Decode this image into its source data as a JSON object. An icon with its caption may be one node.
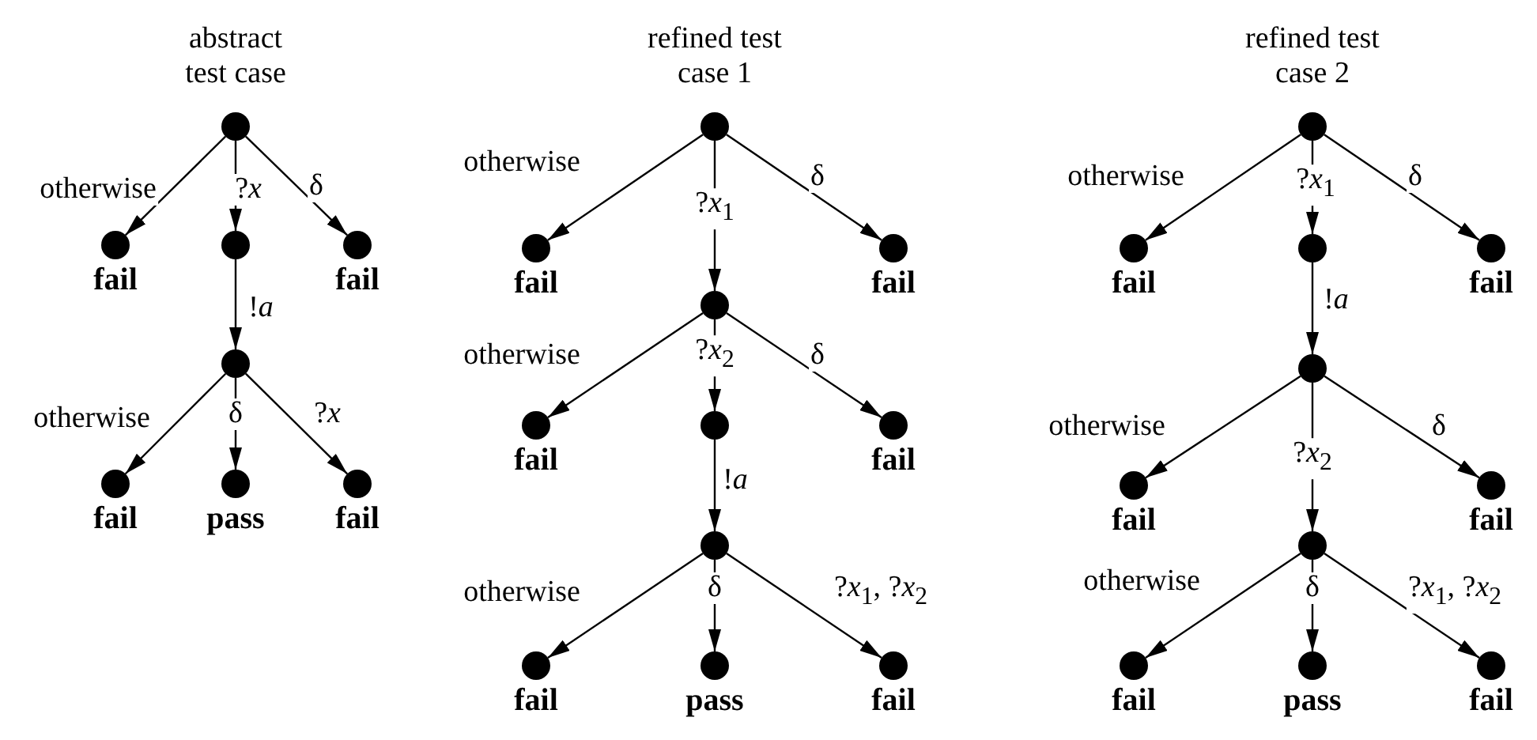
{
  "diagram": {
    "nodes": [
      {
        "text": [],
        "shape": "circle"
      },
      {
        "text": [
          "fail"
        ]
      },
      {
        "text": [],
        "shape": "circle"
      },
      {
        "text": [
          "fail"
        ]
      },
      {
        "text": [],
        "shape": "circle"
      },
      {
        "text": [
          "fail"
        ]
      },
      {
        "text": [
          "pass"
        ]
      },
      {
        "text": [
          "fail"
        ]
      },
      {
        "text": [],
        "shape": "circle"
      },
      {
        "text": [
          "fail"
        ]
      },
      {
        "text": [
          "fail"
        ]
      },
      {
        "text": [],
        "shape": "circle"
      },
      {
        "text": [
          "fail"
        ]
      },
      {
        "text": [],
        "shape": "circle"
      },
      {
        "text": [
          "fail"
        ]
      },
      {
        "text": [],
        "shape": "circle"
      },
      {
        "text": [
          "fail"
        ]
      },
      {
        "text": [
          "pass"
        ]
      },
      {
        "text": [
          "fail"
        ]
      },
      {
        "text": [],
        "shape": "circle"
      },
      {
        "text": [
          "fail"
        ]
      },
      {
        "text": [],
        "shape": "circle"
      },
      {
        "text": [
          "fail"
        ]
      },
      {
        "text": [],
        "shape": "circle"
      },
      {
        "text": [
          "fail"
        ]
      },
      {
        "text": [
          "fail"
        ]
      },
      {
        "text": [],
        "shape": "circle"
      },
      {
        "text": [
          "fail"
        ]
      },
      {
        "text": [
          "pass"
        ]
      },
      {
        "text": [
          "fail"
        ]
      }
    ],
    "edges": [
      {
        "from": 0,
        "to": 1,
        "arrow": "to",
        "label": "otherwise"
      },
      {
        "from": 0,
        "to": 2,
        "arrow": "to",
        "label": "?*x*"
      },
      {
        "from": 0,
        "to": 3,
        "arrow": "to",
        "label": "δ"
      },
      {
        "from": 2,
        "to": 4,
        "arrow": "to",
        "label": "!*a*"
      },
      {
        "from": 4,
        "to": 5,
        "arrow": "to",
        "label": "otherwise"
      },
      {
        "from": 4,
        "to": 6,
        "arrow": "to",
        "label": "δ"
      },
      {
        "from": 4,
        "to": 7,
        "arrow": "to",
        "label": "?*x*"
      },
      {
        "from": 8,
        "to": 9,
        "arrow": "to",
        "label": "otherwise"
      },
      {
        "from": 8,
        "to": 11,
        "arrow": "to",
        "label": "?*x*$_{1}$"
      },
      {
        "from": 8,
        "to": 10,
        "arrow": "to",
        "label": "δ"
      },
      {
        "from": 11,
        "to": 12,
        "arrow": "to",
        "label": "otherwise"
      },
      {
        "from": 11,
        "to": 13,
        "arrow": "to",
        "label": "?*x*$_{2}$"
      },
      {
        "from": 11,
        "to": 14,
        "arrow": "to",
        "label": "δ"
      },
      {
        "from": 13,
        "to": 15,
        "arrow": "to",
        "label": "!*a*"
      },
      {
        "from": 15,
        "to": 16,
        "arrow": "to",
        "label": "otherwise"
      },
      {
        "from": 15,
        "to": 17,
        "arrow": "to",
        "label": "δ"
      },
      {
        "from": 15,
        "to": 18,
        "arrow": "to",
        "label": "?*x*$_{1}$, ?*x*$_{2}$"
      },
      {
        "from": 19,
        "to": 20,
        "arrow": "to",
        "label": "otherwise"
      },
      {
        "from": 19,
        "to": 21,
        "arrow": "to",
        "label": "?*x*$_{1}$"
      },
      {
        "from": 19,
        "to": 22,
        "arrow": "to",
        "label": "δ"
      },
      {
        "from": 21,
        "to": 23,
        "arrow": "to",
        "label": "!*a*"
      },
      {
        "from": 23,
        "to": 24,
        "arrow": "to",
        "label": "otherwise"
      },
      {
        "from": 23,
        "to": 26,
        "arrow": "to",
        "label": "?*x*$_{2}$"
      },
      {
        "from": 23,
        "to": 25,
        "arrow": "to",
        "label": "δ"
      },
      {
        "from": 26,
        "to": 27,
        "arrow": "to",
        "label": "otherwise"
      },
      {
        "from": 26,
        "to": 28,
        "arrow": "to",
        "label": "δ"
      },
      {
        "from": 26,
        "to": 29,
        "arrow": "to",
        "label": "?*x*$_{1}$, ?*x*$_{2}$"
      }
    ],
    "labels": [
      "abstract test case",
      "refined test case 1",
      "refined test case 2"
    ]
  }
}
